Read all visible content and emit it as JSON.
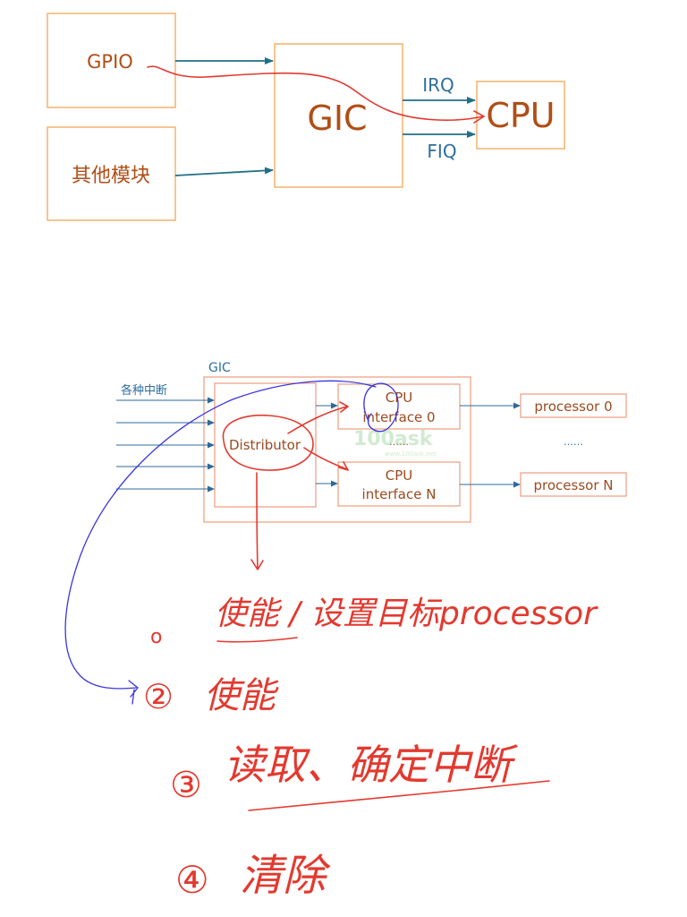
{
  "diagram1": {
    "gpio": "GPIO",
    "other_modules": "其他模块",
    "gic": "GIC",
    "cpu": "CPU",
    "irq": "IRQ",
    "fiq": "FIQ"
  },
  "diagram2": {
    "gic_label": "GIC",
    "interrupts_label": "各种中断",
    "distributor": "Distributor",
    "cpu_interface_0_line1": "CPU",
    "cpu_interface_0_line2": "interface 0",
    "cpu_interface_n_line1": "CPU",
    "cpu_interface_n_line2": "interface N",
    "dots_mid": "……",
    "dots_right": "……",
    "processor_0": "processor 0",
    "processor_n": "processor N",
    "watermark": "100ask",
    "watermark_url": "www.100ask.net"
  },
  "notes": {
    "step1_marker": "o",
    "step1_text": "使能 / 设置目标processor",
    "step2_marker": "②",
    "step2_text": "使能",
    "step3_marker": "③",
    "step3_text": "读取、确定中断",
    "step4_marker": "④",
    "step4_text": "清除"
  },
  "colors": {
    "box_border": "#f5b26a",
    "label_brown": "#b04e16",
    "arrow_teal": "#216f86",
    "annotation_red": "#e3392f",
    "annotation_blue": "#3a35e0"
  }
}
